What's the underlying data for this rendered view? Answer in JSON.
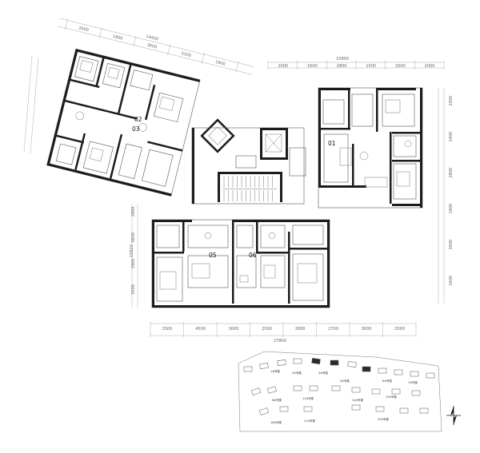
{
  "units": [
    "01",
    "02",
    "03",
    "05",
    "06"
  ],
  "dimensions": {
    "right_top": [
      "2000",
      "1600",
      "2800",
      "1500",
      "2000",
      "2000"
    ],
    "right_total": "15800",
    "bottom": [
      "3300",
      "4500",
      "3000",
      "2500",
      "2800",
      "2700",
      "3000",
      "2000"
    ],
    "bottom_total": "27800",
    "left_top": [
      "2800",
      "3800",
      "1900",
      "2000"
    ],
    "left_total": "15820",
    "rotated_top": [
      "2600",
      "2800",
      "3600",
      "3300",
      "1800"
    ],
    "rotated_total": "14400",
    "right_side": [
      "2000",
      "2400",
      "2800",
      "1900",
      "3000",
      "2600"
    ]
  },
  "site_plan": {
    "labels": [
      "1#号楼",
      "2#号楼",
      "3#号楼",
      "5#号楼",
      "6#号楼",
      "7#号楼",
      "8#号楼",
      "11#号楼",
      "12#号楼",
      "15#号楼",
      "16#号楼",
      "21#号楼",
      "22#号楼"
    ]
  },
  "colors": {
    "ink": "#1c1c1c",
    "line": "#777777",
    "accent": "#2a2a2a"
  },
  "icons": [
    "north-arrow-icon"
  ]
}
